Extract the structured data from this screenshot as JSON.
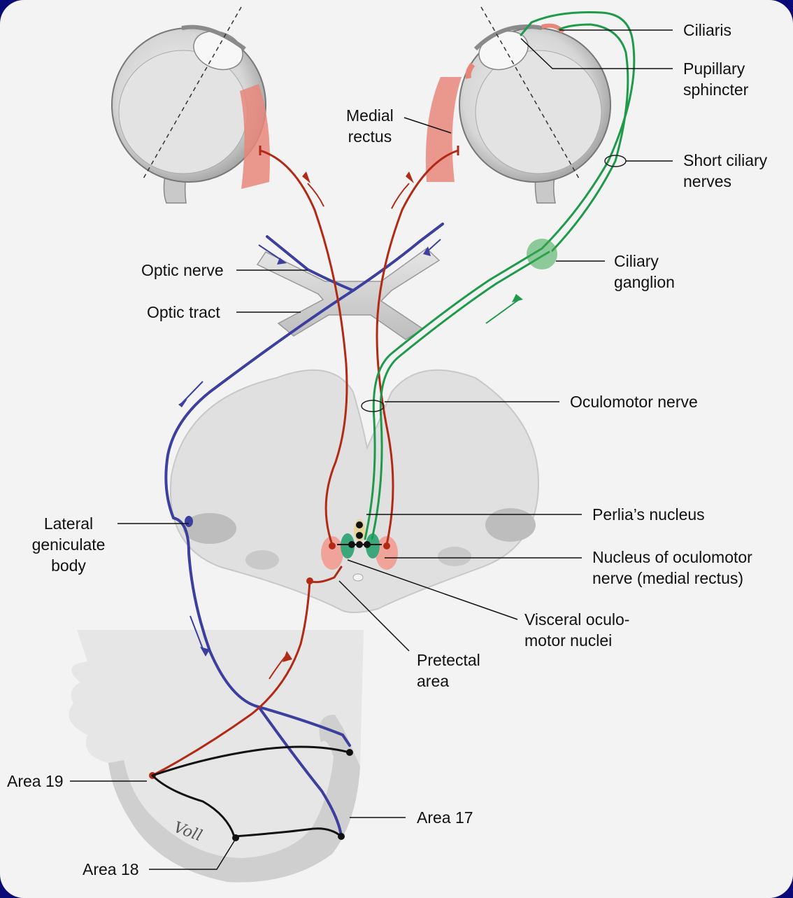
{
  "labels": {
    "ciliaris": "Ciliaris",
    "pupillary_sphincter": [
      "Pupillary",
      "sphincter"
    ],
    "medial_rectus": [
      "Medial",
      "rectus"
    ],
    "short_ciliary_nerves": [
      "Short ciliary",
      "nerves"
    ],
    "optic_nerve": "Optic nerve",
    "optic_tract": "Optic tract",
    "ciliary_ganglion": [
      "Ciliary",
      "ganglion"
    ],
    "oculomotor_nerve": "Oculomotor nerve",
    "lateral_geniculate_body": [
      "Lateral",
      "geniculate",
      "body"
    ],
    "perlias_nucleus": "Perlia’s nucleus",
    "nucleus_oculomotor": [
      "Nucleus of oculomotor",
      "nerve (medial rectus)"
    ],
    "visceral_nuclei": [
      "Visceral oculo-",
      "motor nuclei"
    ],
    "pretectal_area": [
      "Pretectal",
      "area"
    ],
    "area_19": "Area 19",
    "area_17": "Area 17",
    "area_18": "Area 18"
  },
  "signature": "Voll",
  "colors": {
    "background_frame": "#0a0a78",
    "visual_pathway": "#3b3f9e",
    "motor_pathway": "#b22a16",
    "parasympathetic_pathway": "#1f9a4a",
    "cortical_association": "#111111",
    "muscle": "#e8867a",
    "tissue": "#dcdcdc"
  }
}
